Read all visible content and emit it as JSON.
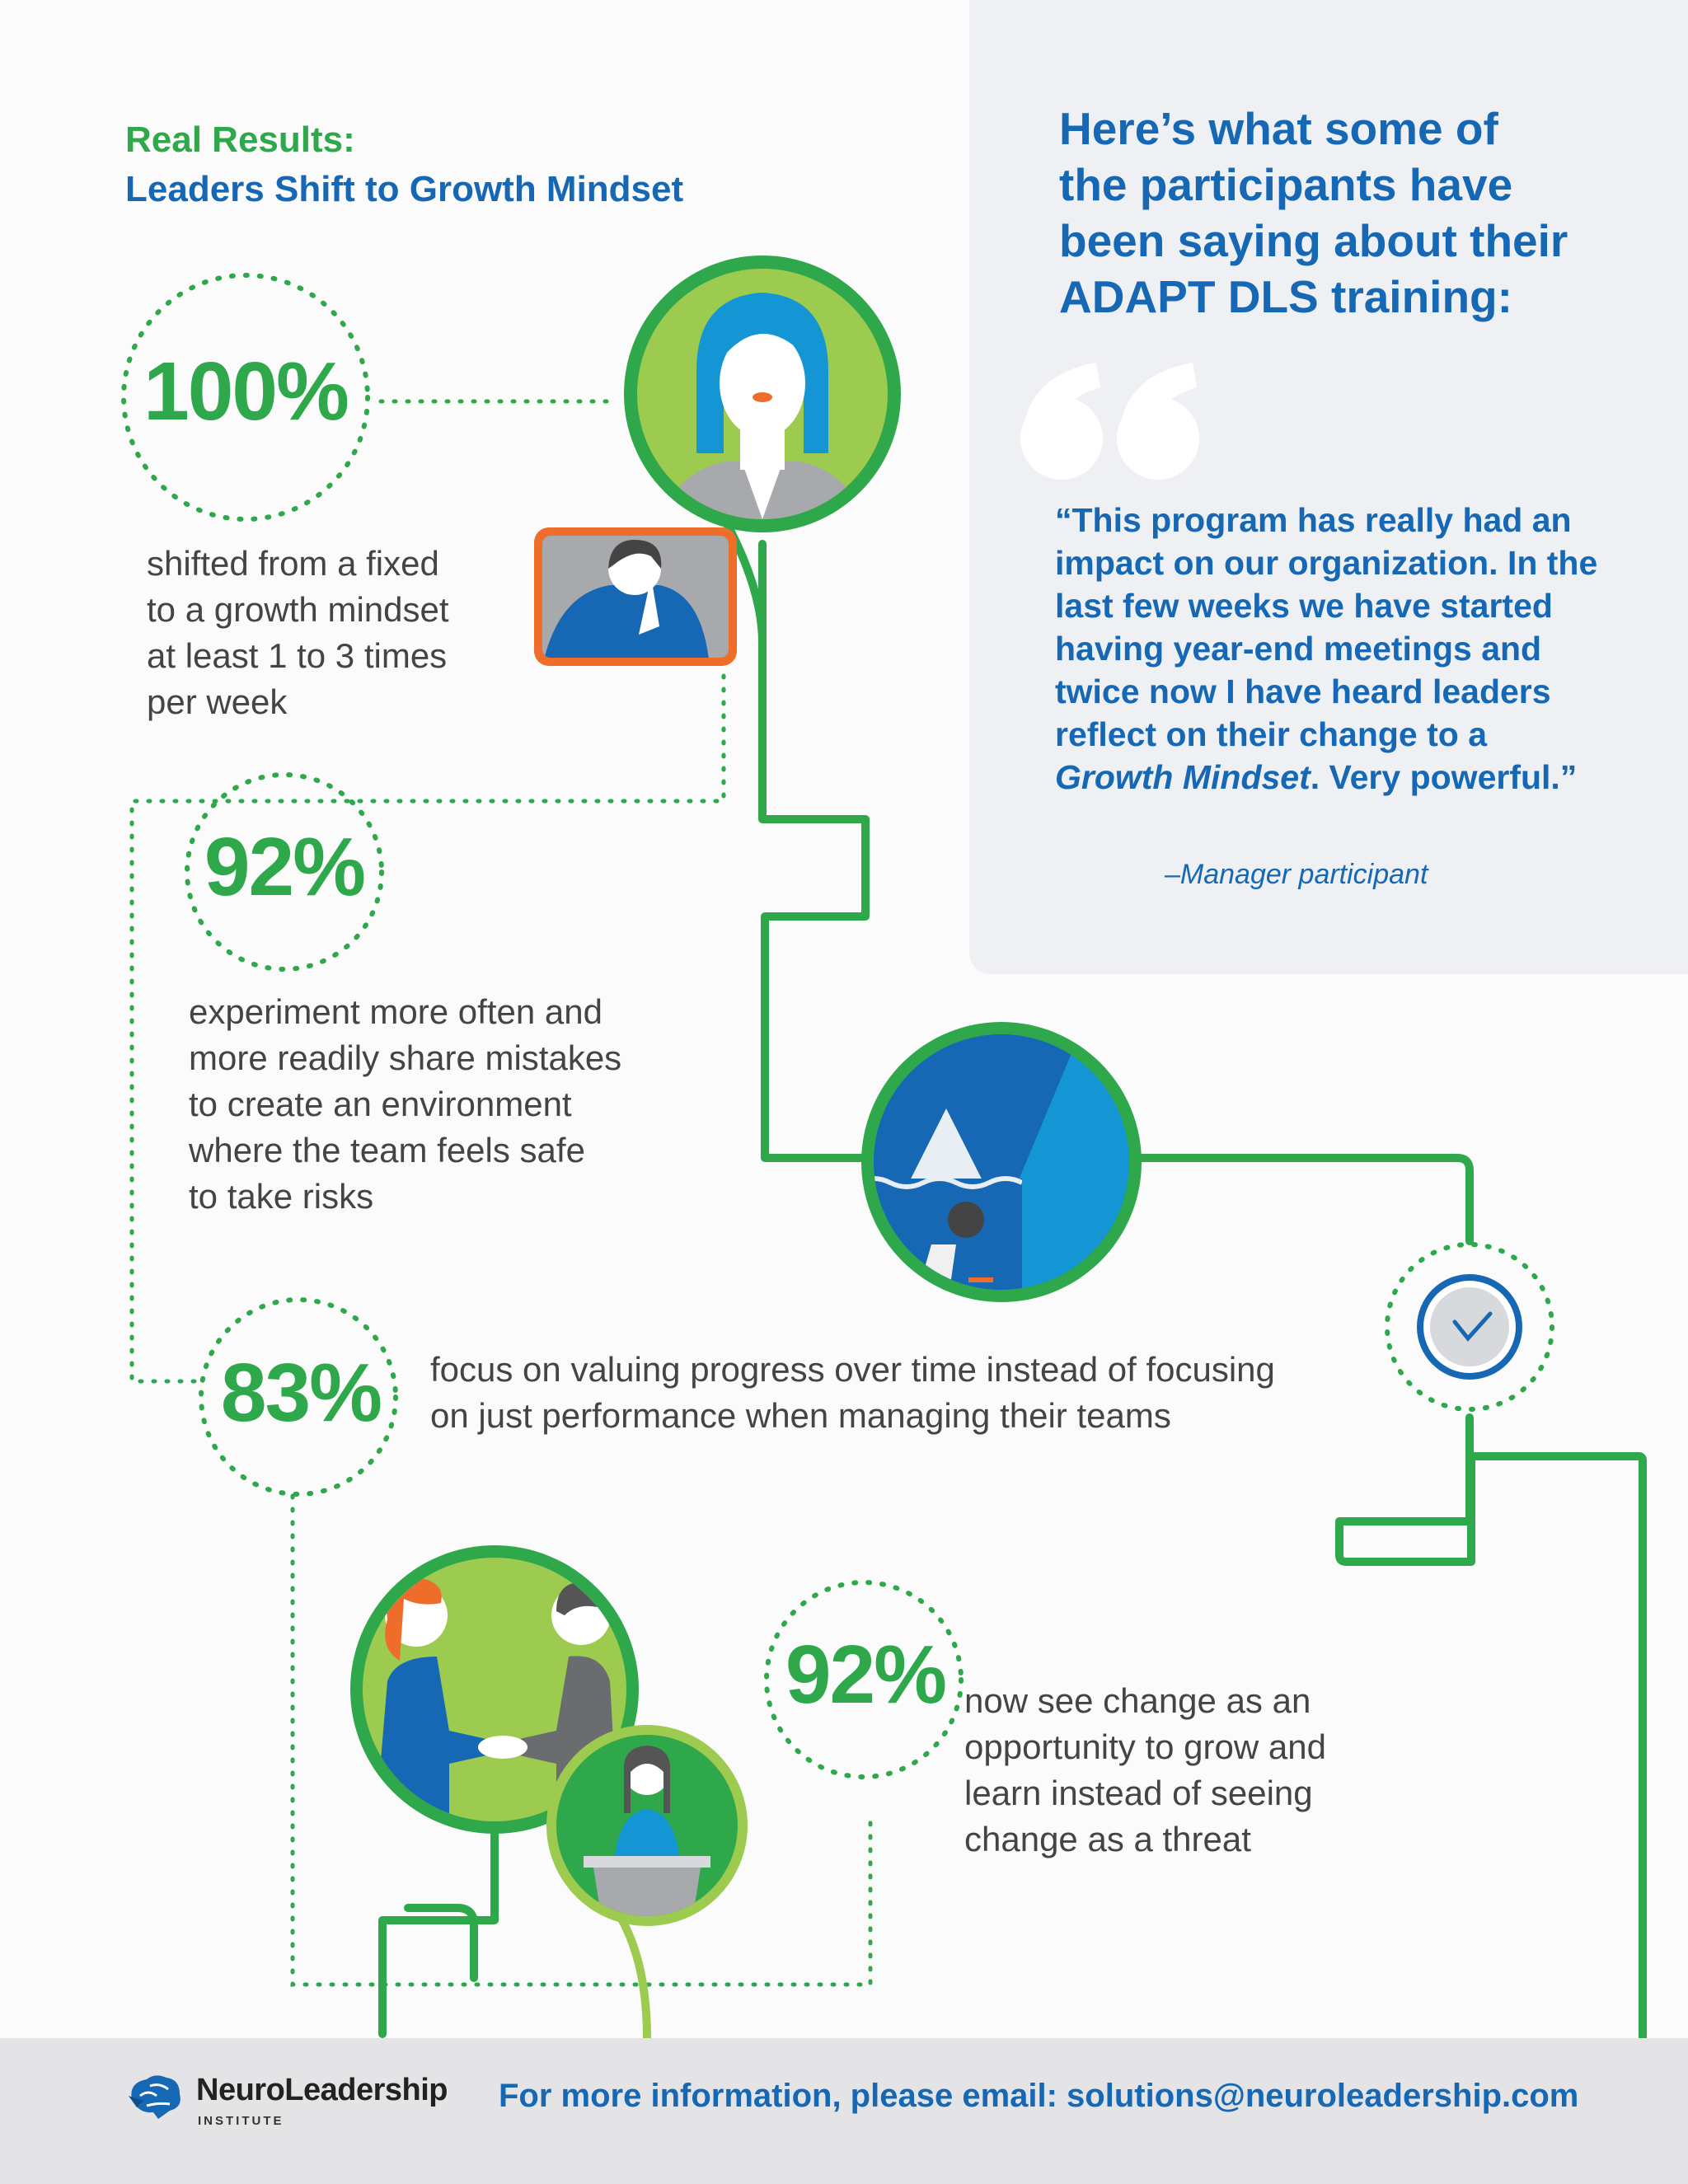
{
  "header": {
    "eyebrow": "Real Results:",
    "title": "Leaders Shift to Growth Mindset"
  },
  "stats": [
    {
      "value": "100%",
      "description": "shifted from a fixed\nto a growth mindset\nat least 1 to 3 times\nper week"
    },
    {
      "value": "92%",
      "description": "experiment more often and\nmore readily share mistakes\nto create an environment\nwhere the team feels safe\nto take risks"
    },
    {
      "value": "83%",
      "description": "focus on valuing progress over time instead of focusing\non just performance when managing their teams"
    },
    {
      "value": "92%",
      "description": "now see change as an\nopportunity to grow and\nlearn instead of seeing\nchange as a threat"
    }
  ],
  "testimonial": {
    "heading": "Here’s what some of\nthe participants have\nbeen saying about their\nADAPT DLS training:",
    "quote_before": "“This program has really had an impact on our organization. In the last few weeks we have started having year-end meetings and twice now I have heard leaders reflect on their change to a ",
    "quote_emphasis": "Growth Mindset",
    "quote_after": ". Very powerful.”",
    "attribution": "–Manager participant"
  },
  "footer": {
    "logo_name": "NeuroLeadership",
    "logo_sub": "INSTITUTE",
    "cta": "For more information, please email: solutions@neuroleadership.com"
  },
  "colors": {
    "green": "#2ea84a",
    "light_green": "#9ccb4f",
    "blue": "#1668b4",
    "panel_gray": "#eef0f3",
    "footer_gray": "#e4e4e6",
    "orange": "#ee6d2a"
  }
}
